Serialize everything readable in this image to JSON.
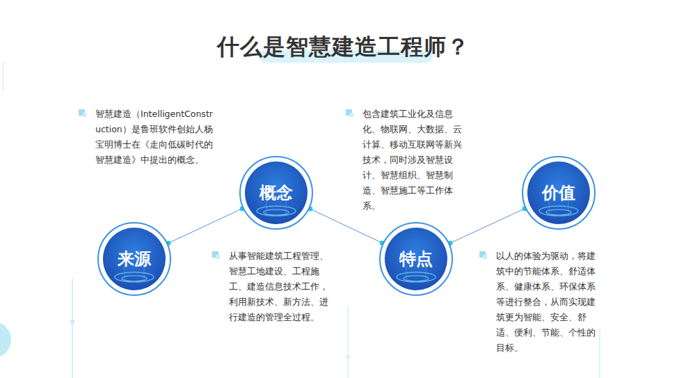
{
  "diagram": {
    "title": "什么是智慧建造工程师？",
    "nodes": [
      {
        "text": [
          "来源"
        ]
      },
      {
        "text": [
          "概念"
        ]
      },
      {
        "text": [
          "特点"
        ]
      },
      {
        "text": [
          "价值"
        ]
      }
    ],
    "edges": [
      {
        "from": 0,
        "to": 1,
        "arrow": "none"
      },
      {
        "from": 1,
        "to": 2,
        "arrow": "none"
      },
      {
        "from": 2,
        "to": 3,
        "arrow": "none"
      }
    ],
    "labels": [
      "智慧建造（IntelligentConstruction）是鲁班软件创始人杨宝明博士在《走向低碳时代的智慧建造》中提出的概念。",
      "包含建筑工业化及信息化、物联网、大数据、云计算、移动互联网等新兴技术，同时涉及智慧设计、智慧组织、智慧制造、智慧施工等工作体系。",
      "从事智能建筑工程管理、智慧工地建设、工程施工、建造信息技术工作，利用新技术、新方法、进行建造的管理全过程。",
      "以人的体验为驱动，将建筑中的节能体系、舒适体系、健康体系、环保体系等进行整合，从而实现建筑更为智能、安全、舒适、便利、节能、个性的目标。"
    ]
  }
}
